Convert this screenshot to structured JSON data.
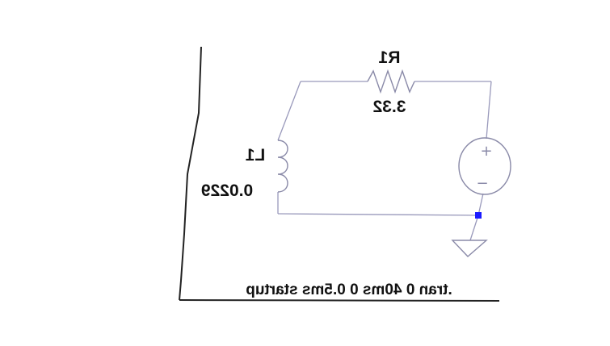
{
  "schematic": {
    "resistor": {
      "ref": "R1",
      "value": "3.32"
    },
    "inductor": {
      "ref": "L1",
      "value": "0.0229"
    },
    "source": {
      "plus": "+",
      "minus": "−"
    },
    "directive": ".tran 0 40ms 0 0.5ms startup"
  },
  "colors": {
    "wire": "#9999bb",
    "component": "#8a8aa8",
    "node": "#1a1aff",
    "text": "#111111"
  }
}
